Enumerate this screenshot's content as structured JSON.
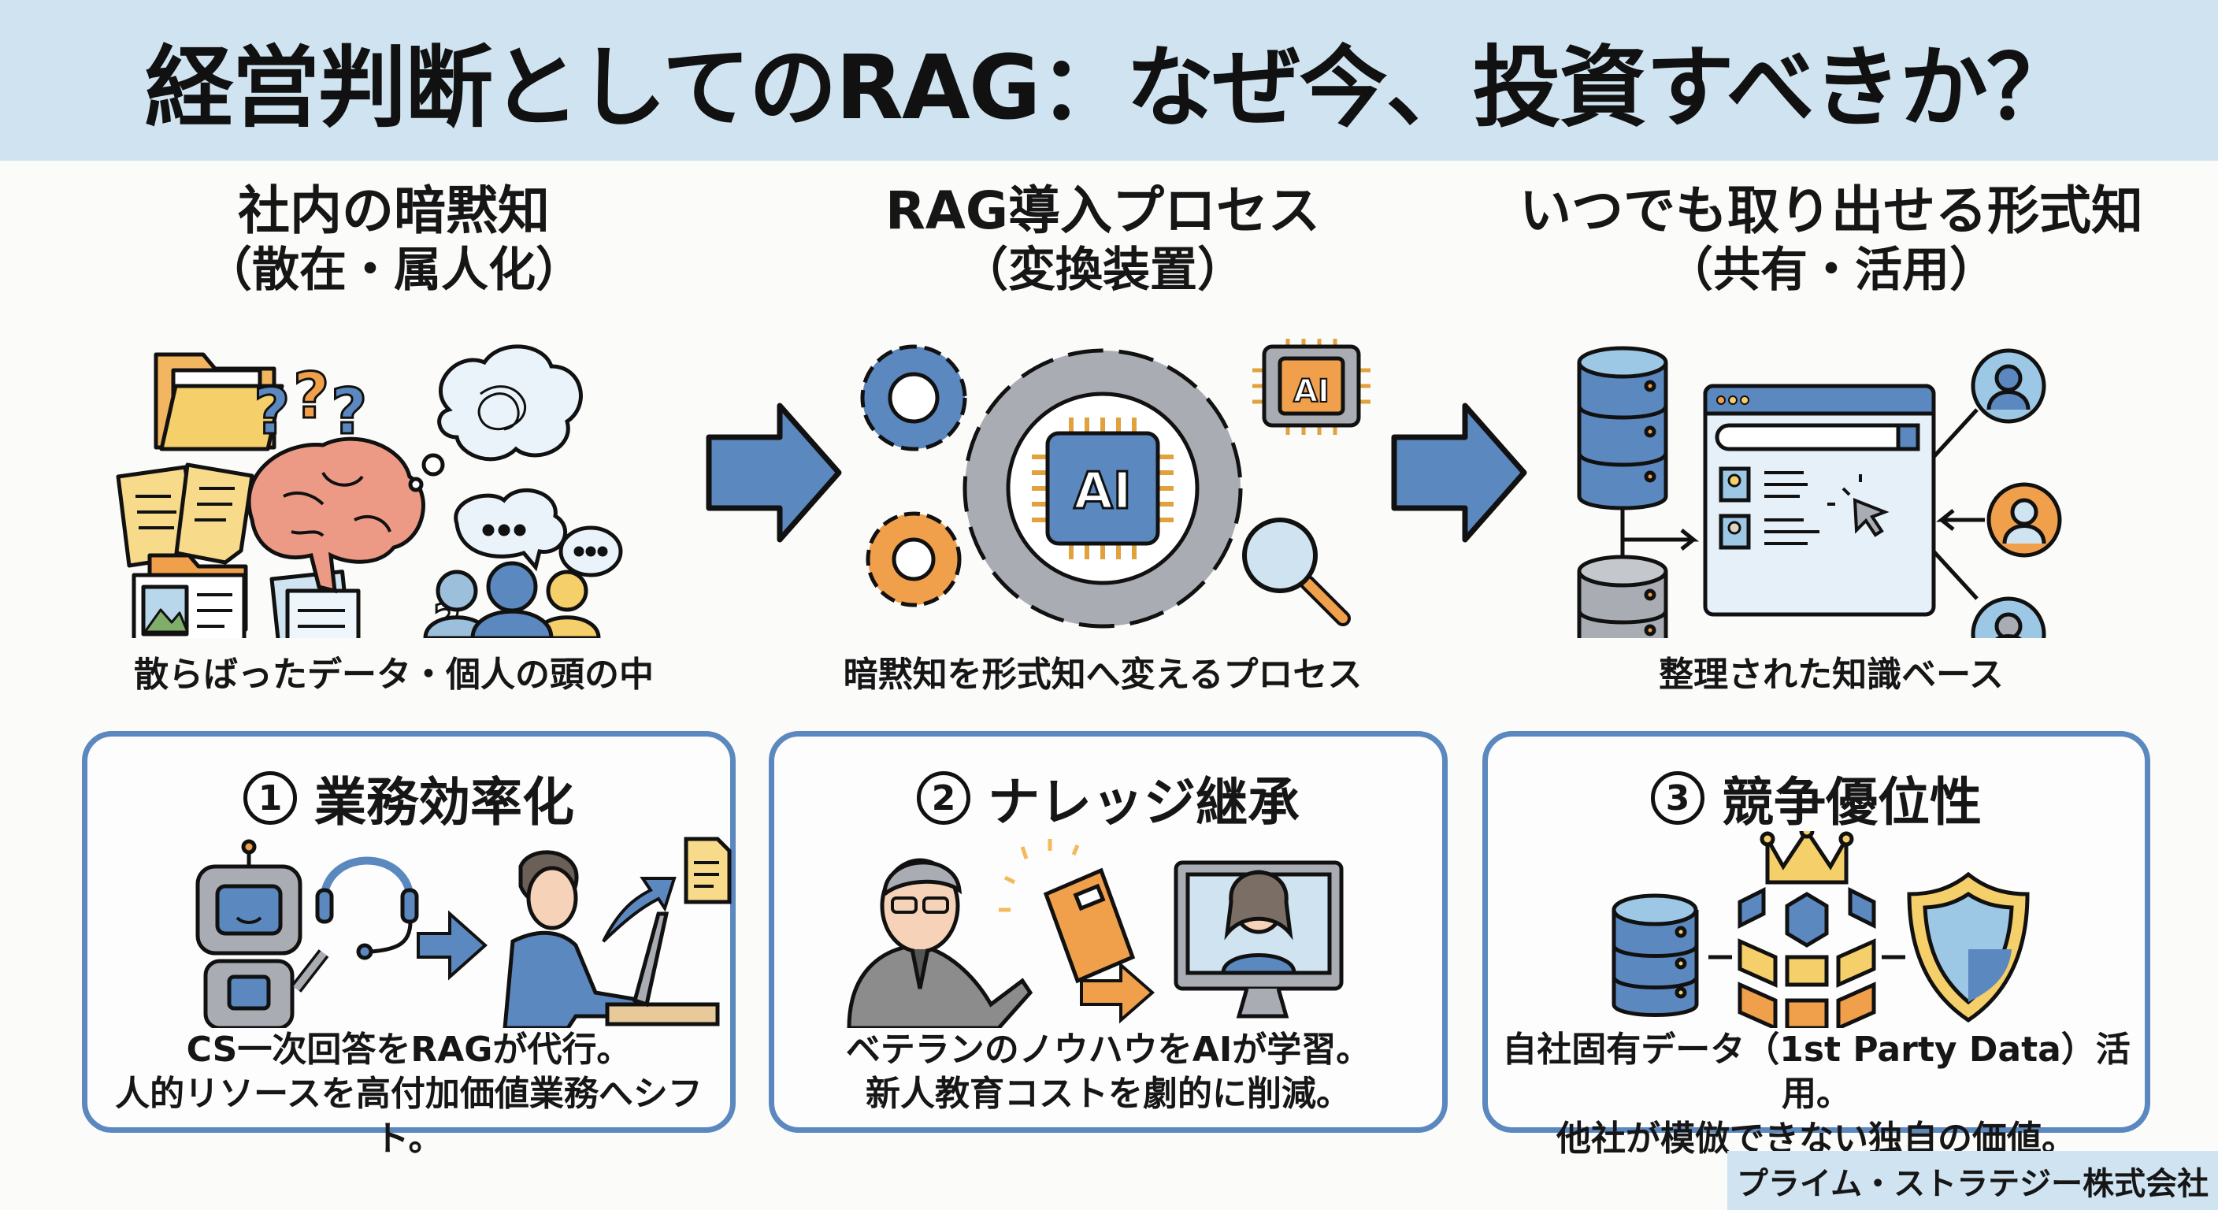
{
  "title": "経営判断としてのRAG：なぜ今、投資すべきか？",
  "colors": {
    "header_bg": "#cfe3f0",
    "accent_blue": "#5b88bf",
    "accent_orange": "#f0a04b",
    "accent_yellow": "#f4cf6a",
    "outline": "#111111"
  },
  "stages": [
    {
      "title": "社内の暗黙知",
      "subtitle": "（散在・属人化）",
      "caption": "散らばったデータ・個人の頭の中",
      "icons": [
        "folder-icon",
        "sticky-note-icon",
        "brain-icon",
        "question-mark-icon",
        "thought-bubble-icon",
        "speech-bubble-icon",
        "people-icon",
        "image-document-icon"
      ]
    },
    {
      "title": "RAG導入プロセス",
      "subtitle": "（変換装置）",
      "caption": "暗黙知を形式知へ変えるプロセス",
      "chip_label": "AI",
      "icons": [
        "gear-icon",
        "ai-chip-icon",
        "magnifier-icon"
      ]
    },
    {
      "title": "いつでも取り出せる形式知",
      "subtitle": "（共有・活用）",
      "caption": "整理された知識ベース",
      "icons": [
        "database-icon",
        "browser-window-icon",
        "search-icon",
        "cursor-icon",
        "user-avatar-icon"
      ]
    }
  ],
  "benefits": [
    {
      "number": "1",
      "title": "業務効率化",
      "lines": [
        "CS一次回答をRAGが代行。",
        "人的リソースを高付加価値業務へシフト。"
      ],
      "icons": [
        "robot-icon",
        "headset-icon",
        "arrow-right-icon",
        "office-worker-icon",
        "document-icon",
        "growth-arrow-icon"
      ]
    },
    {
      "number": "2",
      "title": "ナレッジ継承",
      "lines": [
        "ベテランのノウハウをAIが学習。",
        "新人教育コストを劇的に削減。"
      ],
      "icons": [
        "veteran-icon",
        "book-icon",
        "arrow-right-icon",
        "monitor-newcomer-icon"
      ]
    },
    {
      "number": "3",
      "title": "競争優位性",
      "lines": [
        "自社固有データ（1st Party Data）活用。",
        "他社が模倣できない独自の価値。"
      ],
      "icons": [
        "database-icon",
        "crown-icon",
        "cube-stack-icon",
        "shield-icon"
      ]
    }
  ],
  "footer": {
    "company": "プライム・ストラテジー株式会社"
  }
}
